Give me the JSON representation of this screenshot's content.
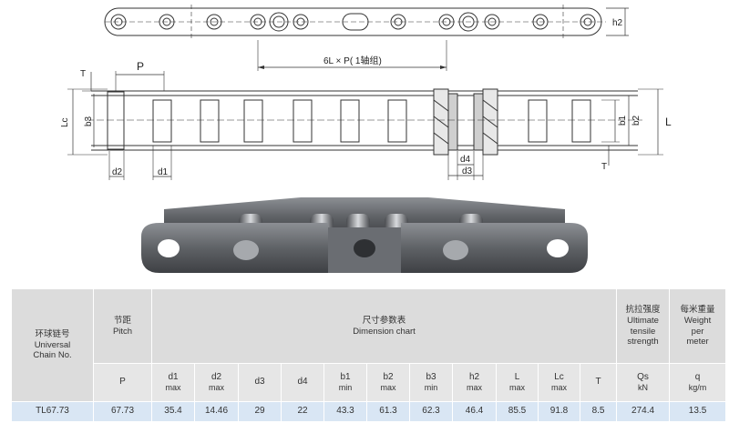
{
  "drawing": {
    "labels": {
      "h2": "h2",
      "pitch_note": "6L × P( 1轴组)",
      "T_top": "T",
      "P": "P",
      "Lc": "Lc",
      "b3": "b3",
      "b1": "b1",
      "b2": "b2",
      "L": "L",
      "T_bottom": "T",
      "d2": "d2",
      "d1": "d1",
      "d4": "d4",
      "d3": "d3"
    }
  },
  "table": {
    "model_header_cn": "环球链号",
    "model_header_en1": "Universal",
    "model_header_en2": "Chain  No.",
    "pitch_header_cn": "节距",
    "pitch_header_en": "Pitch",
    "dimension_header_cn": "尺寸参数表",
    "dimension_header_en": "Dimension chart",
    "strength_header_cn": "抗拉强度",
    "strength_header_en1": "Ultimate",
    "strength_header_en2": "tensile",
    "strength_header_en3": "strength",
    "weight_header_cn": "每米重量",
    "weight_header_en1": "Weight",
    "weight_header_en2": "per",
    "weight_header_en3": "meter",
    "columns": [
      {
        "sym": "P",
        "unit": ""
      },
      {
        "sym": "d1",
        "unit": "max"
      },
      {
        "sym": "d2",
        "unit": "max"
      },
      {
        "sym": "d3",
        "unit": ""
      },
      {
        "sym": "d4",
        "unit": ""
      },
      {
        "sym": "b1",
        "unit": "min"
      },
      {
        "sym": "b2",
        "unit": "max"
      },
      {
        "sym": "b3",
        "unit": "min"
      },
      {
        "sym": "h2",
        "unit": "max"
      },
      {
        "sym": "L",
        "unit": "max"
      },
      {
        "sym": "Lc",
        "unit": "max"
      },
      {
        "sym": "T",
        "unit": ""
      },
      {
        "sym": "Qs",
        "unit": "kN"
      },
      {
        "sym": "q",
        "unit": "kg/m"
      }
    ],
    "row": {
      "model": "TL67.73",
      "values": [
        "67.73",
        "35.4",
        "14.46",
        "29",
        "22",
        "43.3",
        "61.3",
        "62.3",
        "46.4",
        "85.5",
        "91.8",
        "8.5",
        "274.4",
        "13.5"
      ]
    }
  }
}
